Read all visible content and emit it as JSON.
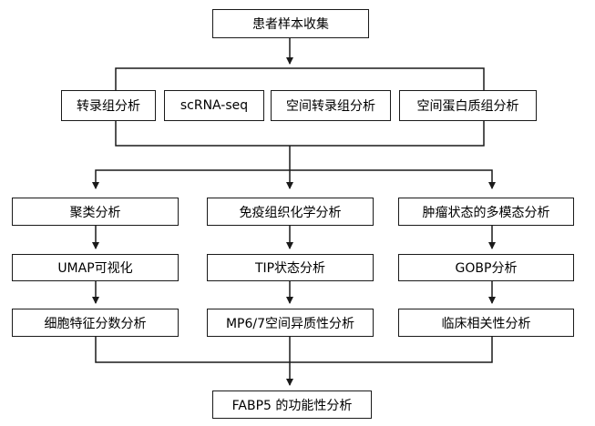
{
  "flowchart": {
    "root": "患者样本收集",
    "data_types": [
      "转录组分析",
      "scRNA-seq",
      "空间转录组分析",
      "空间蛋白质组分析"
    ],
    "branches": [
      {
        "steps": [
          "聚类分析",
          "UMAP可视化",
          "细胞特征分数分析"
        ]
      },
      {
        "steps": [
          "免疫组织化学分析",
          "TIP状态分析",
          "MP6/7空间异质性分析"
        ]
      },
      {
        "steps": [
          "肿瘤状态的多模态分析",
          "GOBP分析",
          "临床相关性分析"
        ]
      }
    ],
    "final": "FABP5 的功能性分析"
  },
  "colors": {
    "line": "#1a1a1a",
    "box_border": "#1a1a1a",
    "text": "#000000",
    "background": "#ffffff"
  }
}
